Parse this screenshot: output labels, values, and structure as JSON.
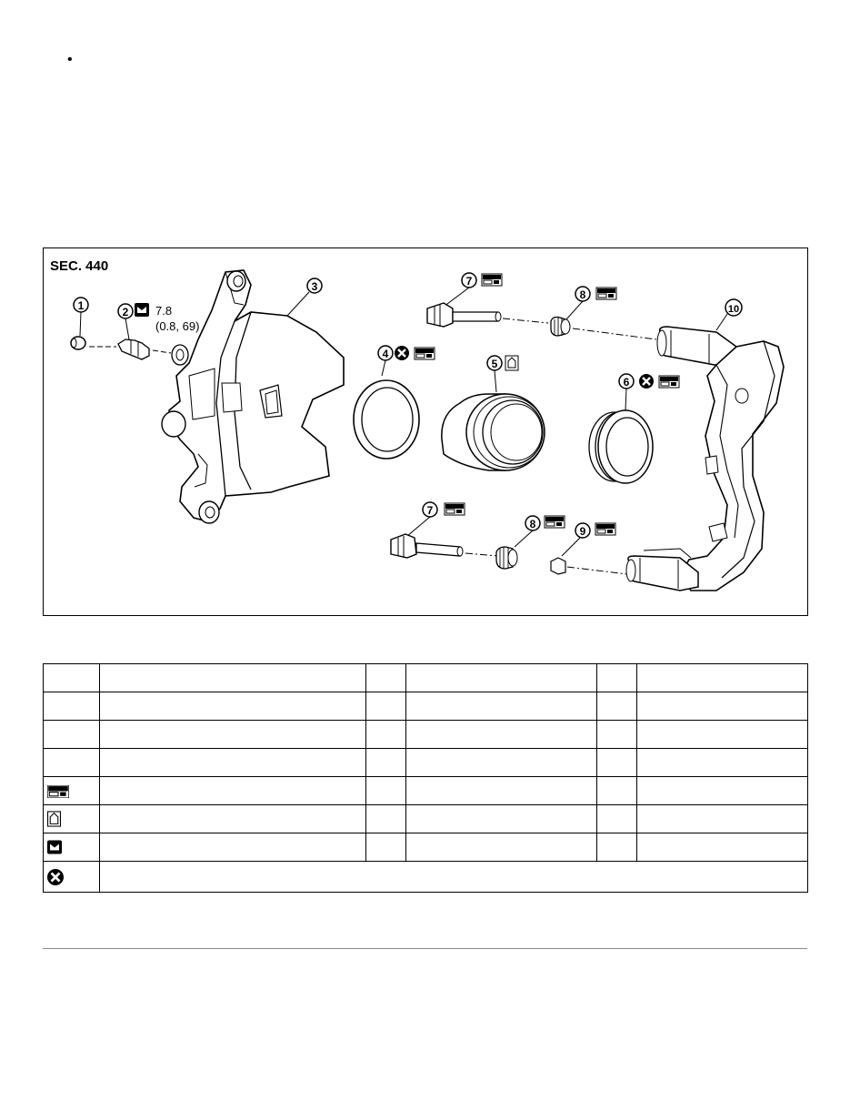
{
  "bullet": "•",
  "figure": {
    "section_label": "SEC. 440",
    "torque_value": "7.8",
    "torque_units": "(0.8, 69)",
    "callouts": [
      "1",
      "2",
      "3",
      "4",
      "5",
      "6",
      "7",
      "8",
      "9",
      "10"
    ],
    "icons": [
      "grease-icon",
      "rubber-grease-icon",
      "torque-wrench-icon",
      "do-not-reuse-icon"
    ]
  },
  "legend_table": {
    "symbol_rows": [
      "grease-icon",
      "rubber-grease-icon",
      "torque-wrench-icon",
      "do-not-reuse-icon"
    ]
  }
}
